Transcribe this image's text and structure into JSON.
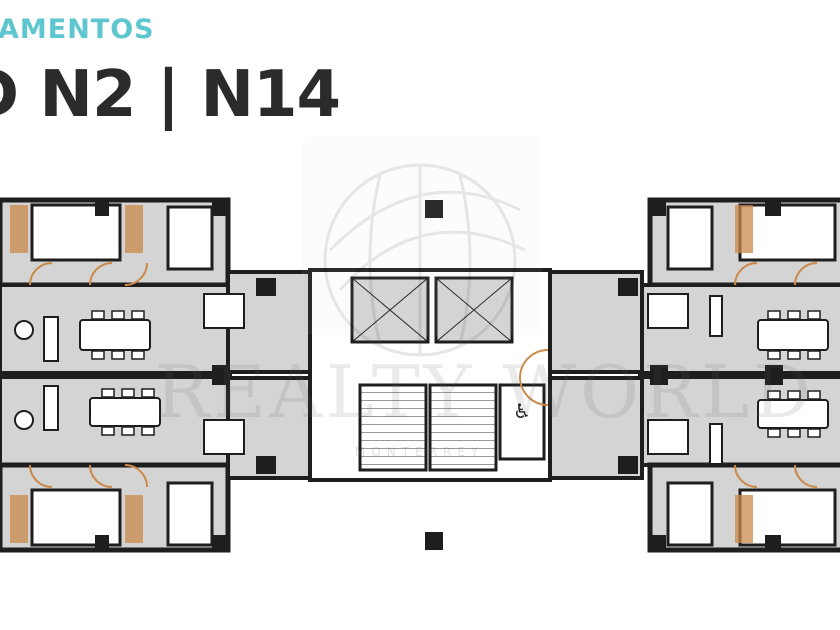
{
  "header": {
    "eyebrow": "AMENTOS",
    "title": "D N2 | N14"
  },
  "watermark": {
    "brand": "REALTY WORLD",
    "sub": "MONTERREY"
  },
  "colors": {
    "accent": "#5ec6cf",
    "title": "#2b2b2b",
    "floor": "#d4d4d4",
    "wall": "#1e1e1e",
    "door": "#c98a4a"
  }
}
